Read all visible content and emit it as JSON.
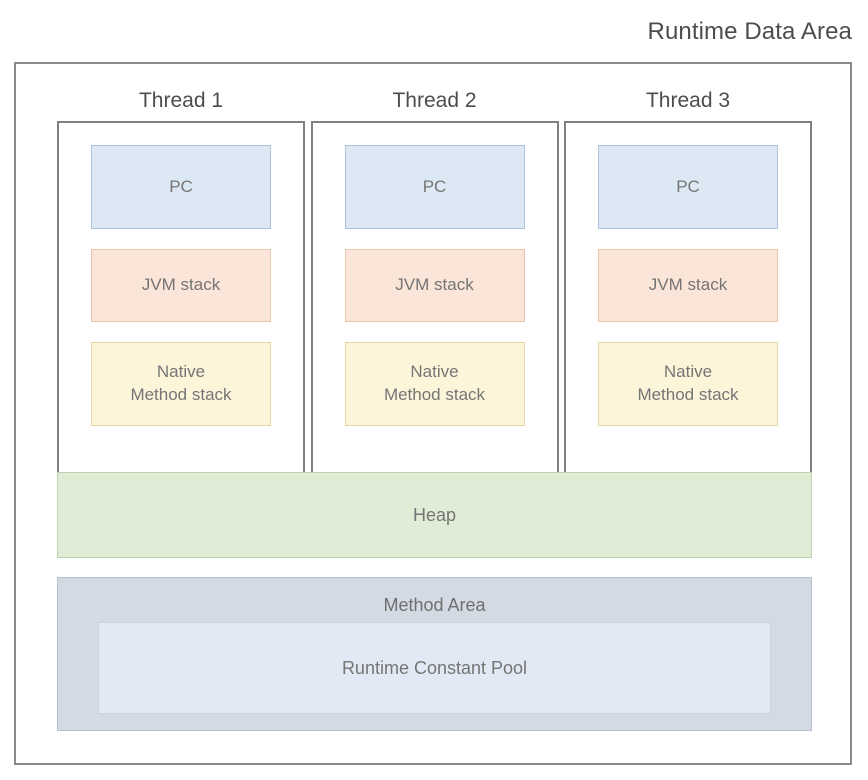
{
  "title": "Runtime Data Area",
  "colors": {
    "frame_border": "#8a8a8a",
    "thread_border": "#7f7f7f",
    "pc_fill": "#dce8f3",
    "jvm_stack_fill": "#fae5d8",
    "native_stack_fill": "#fcf5da",
    "heap_fill": "#e0ecd6",
    "method_area_fill": "#d4dae4",
    "runtime_constant_pool_fill": "#e0e9f4",
    "text": "#757575",
    "background": "#ffffff"
  },
  "threads": [
    {
      "label": "Thread 1",
      "pc": "PC",
      "jvm_stack": "JVM stack",
      "native_method_stack": "Native\nMethod stack"
    },
    {
      "label": "Thread 2",
      "pc": "PC",
      "jvm_stack": "JVM stack",
      "native_method_stack": "Native\nMethod stack"
    },
    {
      "label": "Thread 3",
      "pc": "PC",
      "jvm_stack": "JVM stack",
      "native_method_stack": "Native\nMethod stack"
    }
  ],
  "heap": {
    "label": "Heap"
  },
  "method_area": {
    "label": "Method Area",
    "runtime_constant_pool": "Runtime Constant Pool"
  }
}
